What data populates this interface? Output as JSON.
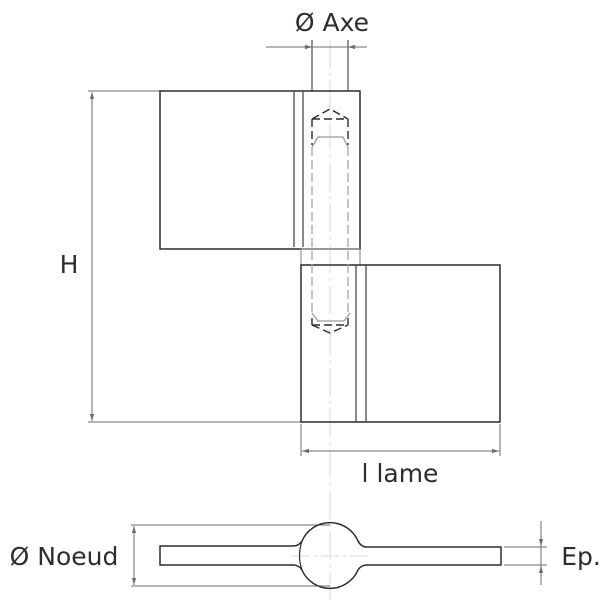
{
  "diagram": {
    "type": "technical-drawing",
    "subject": "weld-on lift-off hinge (paumelle)",
    "views": [
      "front-elevation",
      "top-section"
    ],
    "labels": {
      "axis_diameter": "Ø Axe",
      "height": "H",
      "leaf_width": "l lame",
      "knuckle_diameter": "Ø Noeud",
      "thickness": "Ep."
    },
    "colors": {
      "outline": "#2b2b2b",
      "dimension_line": "#6b6b6b",
      "hidden_line": "#a5a5a5",
      "center_line": "#d8d8d8",
      "text": "#2a2d33",
      "background": "#ffffff"
    }
  }
}
